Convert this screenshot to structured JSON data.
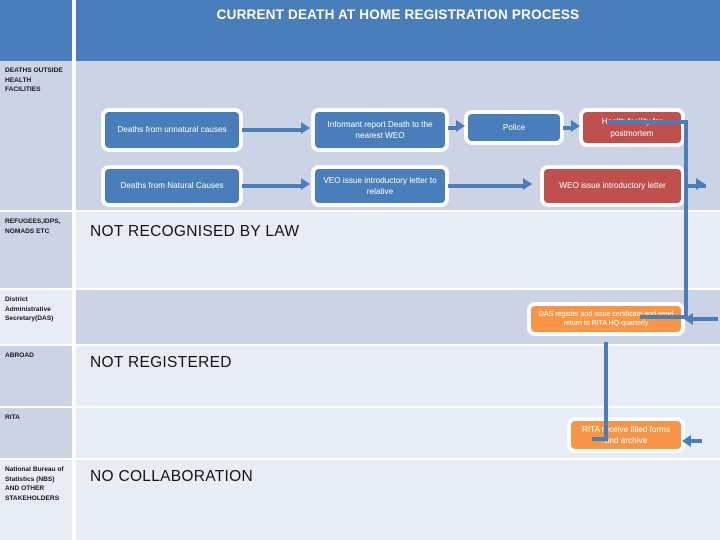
{
  "header": {
    "title": "CURRENT DEATH AT HOME REGISTRATION PROCESS",
    "corner_label": ""
  },
  "colors": {
    "header_blue": "#4a7ebb",
    "box_blue": "#4a7ebb",
    "box_red": "#c0504d",
    "box_orange": "#f79646",
    "row_shade_dark": "#ccd3e4",
    "row_shade_light": "#e7ecf5",
    "connector": "#4a7ebb"
  },
  "rows": [
    {
      "label": "DEATHS OUTSIDE HEALTH FACILITIES",
      "boxes": [
        {
          "text": "Deaths from unnatural causes",
          "color": "blue"
        },
        {
          "text": "Informant report Death to the nearest WEO",
          "color": "blue"
        },
        {
          "text": "Police",
          "color": "blue"
        },
        {
          "text": "Health facility for postmortem",
          "color": "red"
        },
        {
          "text": "Deaths from Natural Causes",
          "color": "blue"
        },
        {
          "text": "VEO issue introductory letter to relative",
          "color": "blue"
        },
        {
          "text": "WEO issue introductory letter",
          "color": "red"
        }
      ]
    },
    {
      "label": "REFUGEES,IDPS, NOMADS ETC",
      "statement": "NOT RECOGNISED BY LAW"
    },
    {
      "label": "District Administrative Secretary(DAS)",
      "boxes": [
        {
          "text": "DAS register and issue certificate and send return to RITA HQ quarterly",
          "color": "orange"
        }
      ]
    },
    {
      "label": "ABROAD",
      "statement": "NOT REGISTERED"
    },
    {
      "label": "RITA",
      "boxes": [
        {
          "text": "RITA receive filled forms and archive",
          "color": "orange"
        }
      ]
    },
    {
      "label": "National Bureau of Statistics (NBS) AND OTHER STAKEHOLDERS",
      "statement": "NO COLLABORATION"
    }
  ],
  "connectors": [
    {
      "name": "unnatural-to-informant",
      "kind": "arrow-right"
    },
    {
      "name": "informant-to-police",
      "kind": "arrow-right"
    },
    {
      "name": "police-to-health-facility",
      "kind": "arrow-right"
    },
    {
      "name": "natural-to-veo",
      "kind": "arrow-right"
    },
    {
      "name": "veo-to-weo",
      "kind": "arrow-right"
    },
    {
      "name": "weo-to-right-bus",
      "kind": "arrow-right"
    },
    {
      "name": "health-facility-to-das",
      "kind": "elbow-down-left"
    },
    {
      "name": "das-to-rita",
      "kind": "elbow-down-left"
    }
  ]
}
